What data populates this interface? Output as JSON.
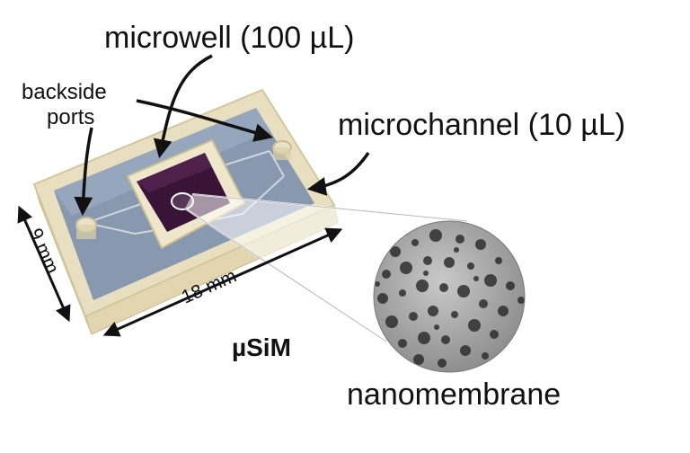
{
  "labels": {
    "microwell": "microwell (100 µL)",
    "microchannel": "microchannel (10 µL)",
    "backside_ports_line1": "backside",
    "backside_ports_line2": "ports",
    "width_dim": "9 mm",
    "length_dim": "18 mm",
    "device_name": "µSiM",
    "nanomembrane": "nanomembrane"
  },
  "colors": {
    "device_frame": "#e7dcb8",
    "device_surface": "#7f92ad",
    "well_window": "#3a1438",
    "membrane_gray": "#9a9a9a",
    "arrow": "#111111"
  }
}
